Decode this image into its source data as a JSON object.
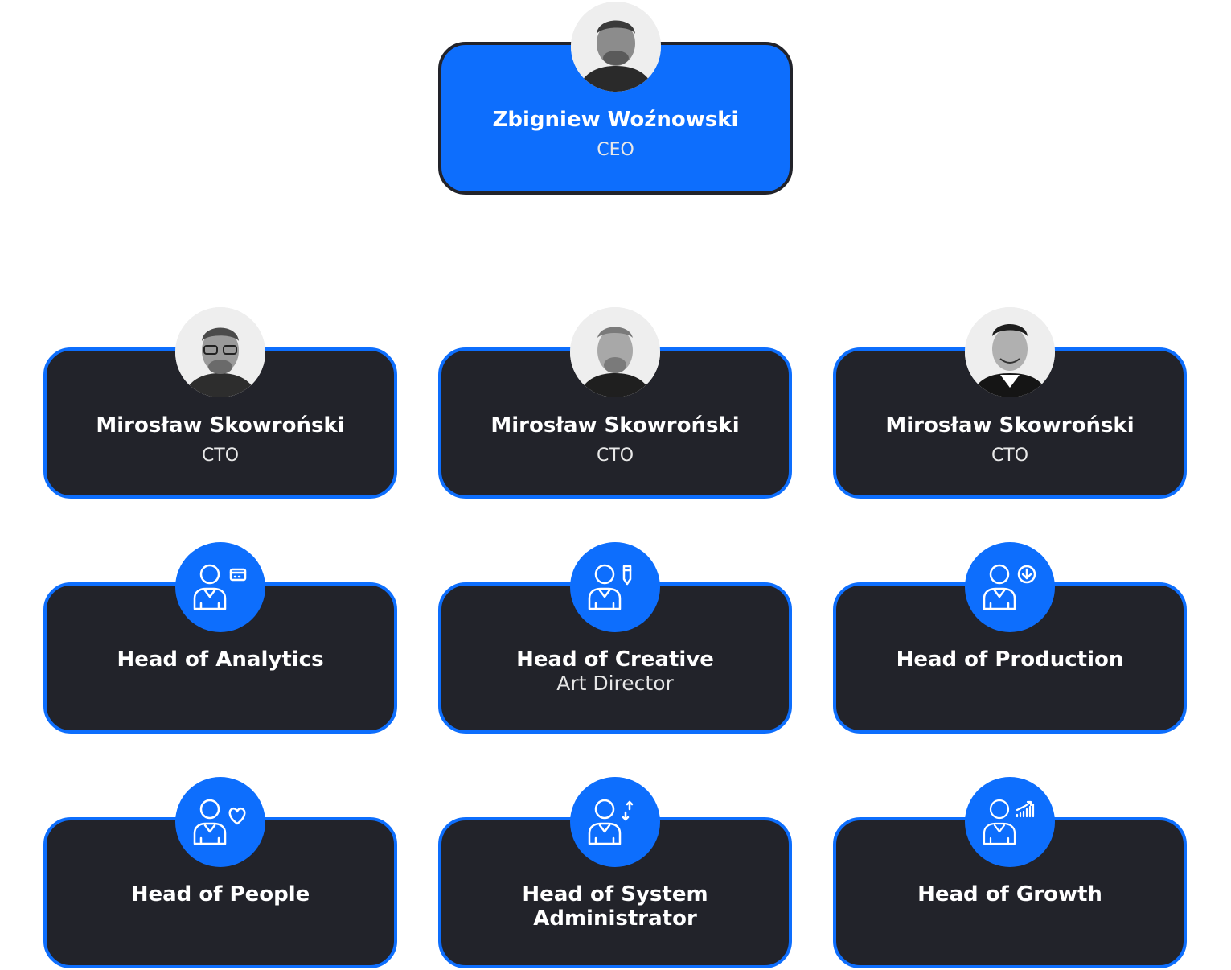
{
  "ceo": {
    "name": "Zbigniew Woźnowski",
    "role": "CEO",
    "avatar_icon": "person-photo-icon"
  },
  "executives": [
    {
      "name": "Mirosław Skowroński",
      "role": "CTO",
      "avatar_icon": "person-photo-icon"
    },
    {
      "name": "Mirosław Skowroński",
      "role": "CTO",
      "avatar_icon": "person-photo-icon"
    },
    {
      "name": "Mirosław Skowroński",
      "role": "CTO",
      "avatar_icon": "person-photo-icon"
    }
  ],
  "heads": [
    {
      "title": "Head of Analytics",
      "subtitle": "",
      "icon": "person-card-icon"
    },
    {
      "title": "Head of Creative",
      "subtitle": "Art Director",
      "icon": "person-pencil-icon"
    },
    {
      "title": "Head of Production",
      "subtitle": "",
      "icon": "person-download-icon"
    },
    {
      "title": "Head of People",
      "subtitle": "",
      "icon": "person-heart-icon"
    },
    {
      "title": "Head of System Administrator",
      "subtitle": "",
      "icon": "person-arrows-icon"
    },
    {
      "title": "Head of Growth",
      "subtitle": "",
      "icon": "person-chart-icon"
    }
  ],
  "colors": {
    "accent": "#0d6efd",
    "card_bg": "#22232a",
    "page_bg": "#ffffff",
    "text": "#ffffff"
  }
}
